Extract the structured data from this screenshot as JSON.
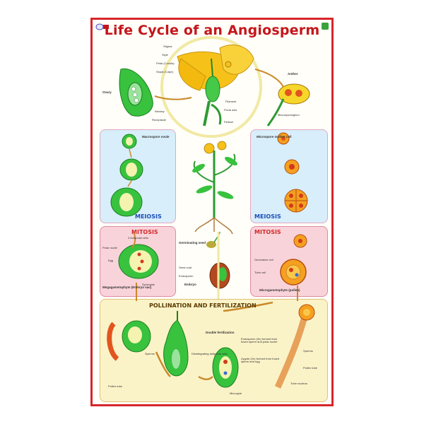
{
  "title": "Life Cycle of an Angiosperm",
  "panels": {
    "macrospore_meiosis": "MEIOSIS",
    "microspore_meiosis": "MEIOSIS",
    "macrospore_mitosis": "MITOSIS",
    "microspore_mitosis": "MITOSIS"
  },
  "section_heading": "POLLINATION AND FERTILIZATION",
  "flower_labels": {
    "stigma": "Stigma",
    "style": "Style",
    "petal": "Petal (Corolla)",
    "sepal": "Sepal (Calyx)",
    "ovary": "Ovary",
    "nectary": "Nectary",
    "receptacle": "Receptacle",
    "filament": "Filament",
    "floral_axis": "Floral axis",
    "pedicel": "Pedicel",
    "anther": "Anther",
    "microsporangium": "Microsporangium"
  },
  "cell_labels": {
    "macrospore_ovule": "Macrospore ovule",
    "microspore_mother_cell": "Microspore mother cell",
    "antipodal_cells": "3 Antipodal cells",
    "polar_nuclei": "Polar nuclei",
    "egg": "Egg",
    "synergids": "Synergids",
    "megagametophyte": "Megagametophyte (Embryo sac)",
    "generative_cell": "Generative cell",
    "tube_cell": "Tube cell",
    "microgametophyte": "Microgametophyte (pollen)",
    "germinating_seed": "Germinating seed",
    "seed_coat": "Seed coat",
    "endosperm": "Endosperm",
    "embryo": "Embryo"
  },
  "fertilization_labels": {
    "double_fertilization": "Double fertilization",
    "pollen_tube_left": "Pollen tube",
    "sperm_left": "Sperms",
    "disintegrating": "Disintegrating antipodal cells",
    "endosperm_formed": "Endosperm (3n) formed from fused sperm and polar nuclei",
    "zygote": "Zygote (2n) formed from fused sperm and egg",
    "micropyle": "Micropyle",
    "sperms_right": "Sperms",
    "pollen_tube_right": "Pollen tube",
    "tube_nucleus": "Tube nucleus"
  },
  "colors": {
    "border": "#d7262c",
    "title": "#c4161c",
    "meiosis_text": "#1c4fb8",
    "mitosis_text": "#d22b2b",
    "green": "#38c23e",
    "yellow": "#f6c21a"
  }
}
